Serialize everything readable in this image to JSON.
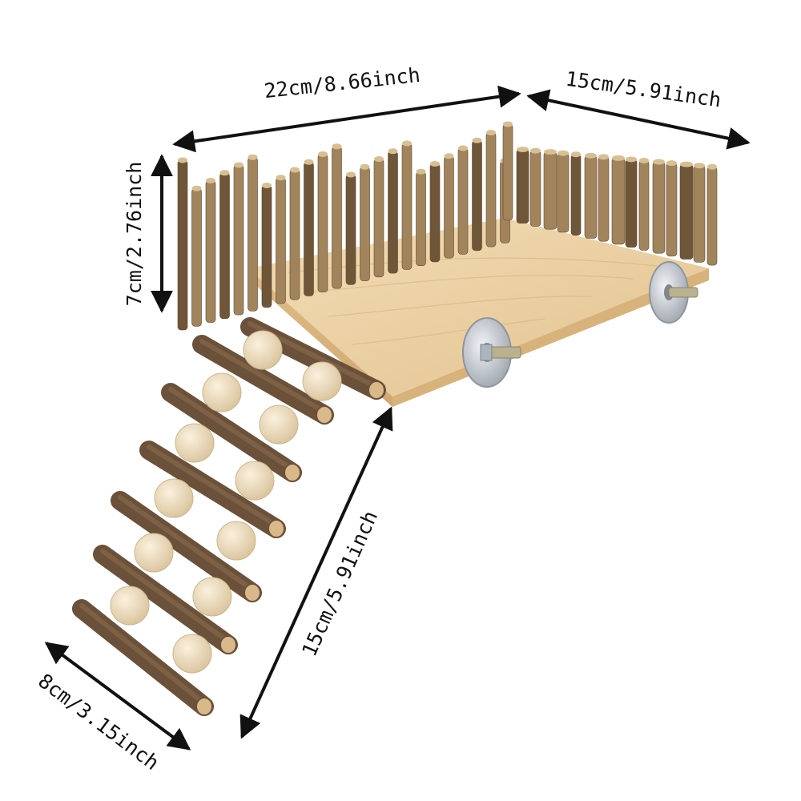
{
  "dimensions": {
    "platform_width": "22cm/8.66inch",
    "platform_depth": "15cm/5.91inch",
    "fence_height": "7cm/2.76inch",
    "ladder_length": "15cm/5.91inch",
    "ladder_width": "8cm/3.15inch"
  },
  "colors": {
    "background": "#ffffff",
    "board": "#e9cfa2",
    "board_edge": "#d9b782",
    "stick": "#a2845c",
    "stick_dark": "#6f5639",
    "rung": "#6b513a",
    "bead": "#ecdcc0",
    "metal": "#c7ccd2",
    "arrow": "#111111"
  }
}
